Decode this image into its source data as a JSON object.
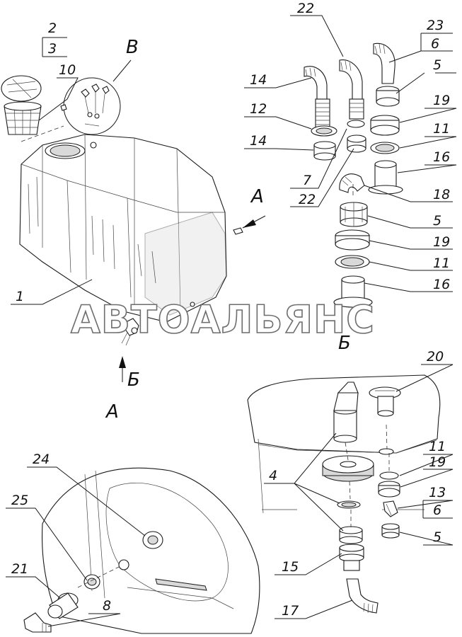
{
  "labels": {
    "l2": "2",
    "l3": "3",
    "l10": "10",
    "lB_view": "B",
    "l22a": "22",
    "l23": "23",
    "l6a": "6",
    "l5a": "5",
    "l14a": "14",
    "l12": "12",
    "l19a": "19",
    "l14b": "14",
    "l11a": "11",
    "l16a": "16",
    "l7": "7",
    "l22b": "22",
    "l18": "18",
    "lA_arrow": "А",
    "l5b": "5",
    "l19b": "19",
    "l11b": "11",
    "l16b": "16",
    "l1": "1",
    "lB_sub": "Б",
    "lB_arrow": "Б",
    "lA_view": "А",
    "l20": "20",
    "l4": "4",
    "l11c": "11",
    "l19c": "19",
    "l13": "13",
    "l6b": "6",
    "l5c": "5",
    "l15": "15",
    "l17": "17",
    "l24": "24",
    "l25": "25",
    "l21": "21",
    "l8": "8"
  },
  "watermark": "АВТОАЛЬЯНС"
}
